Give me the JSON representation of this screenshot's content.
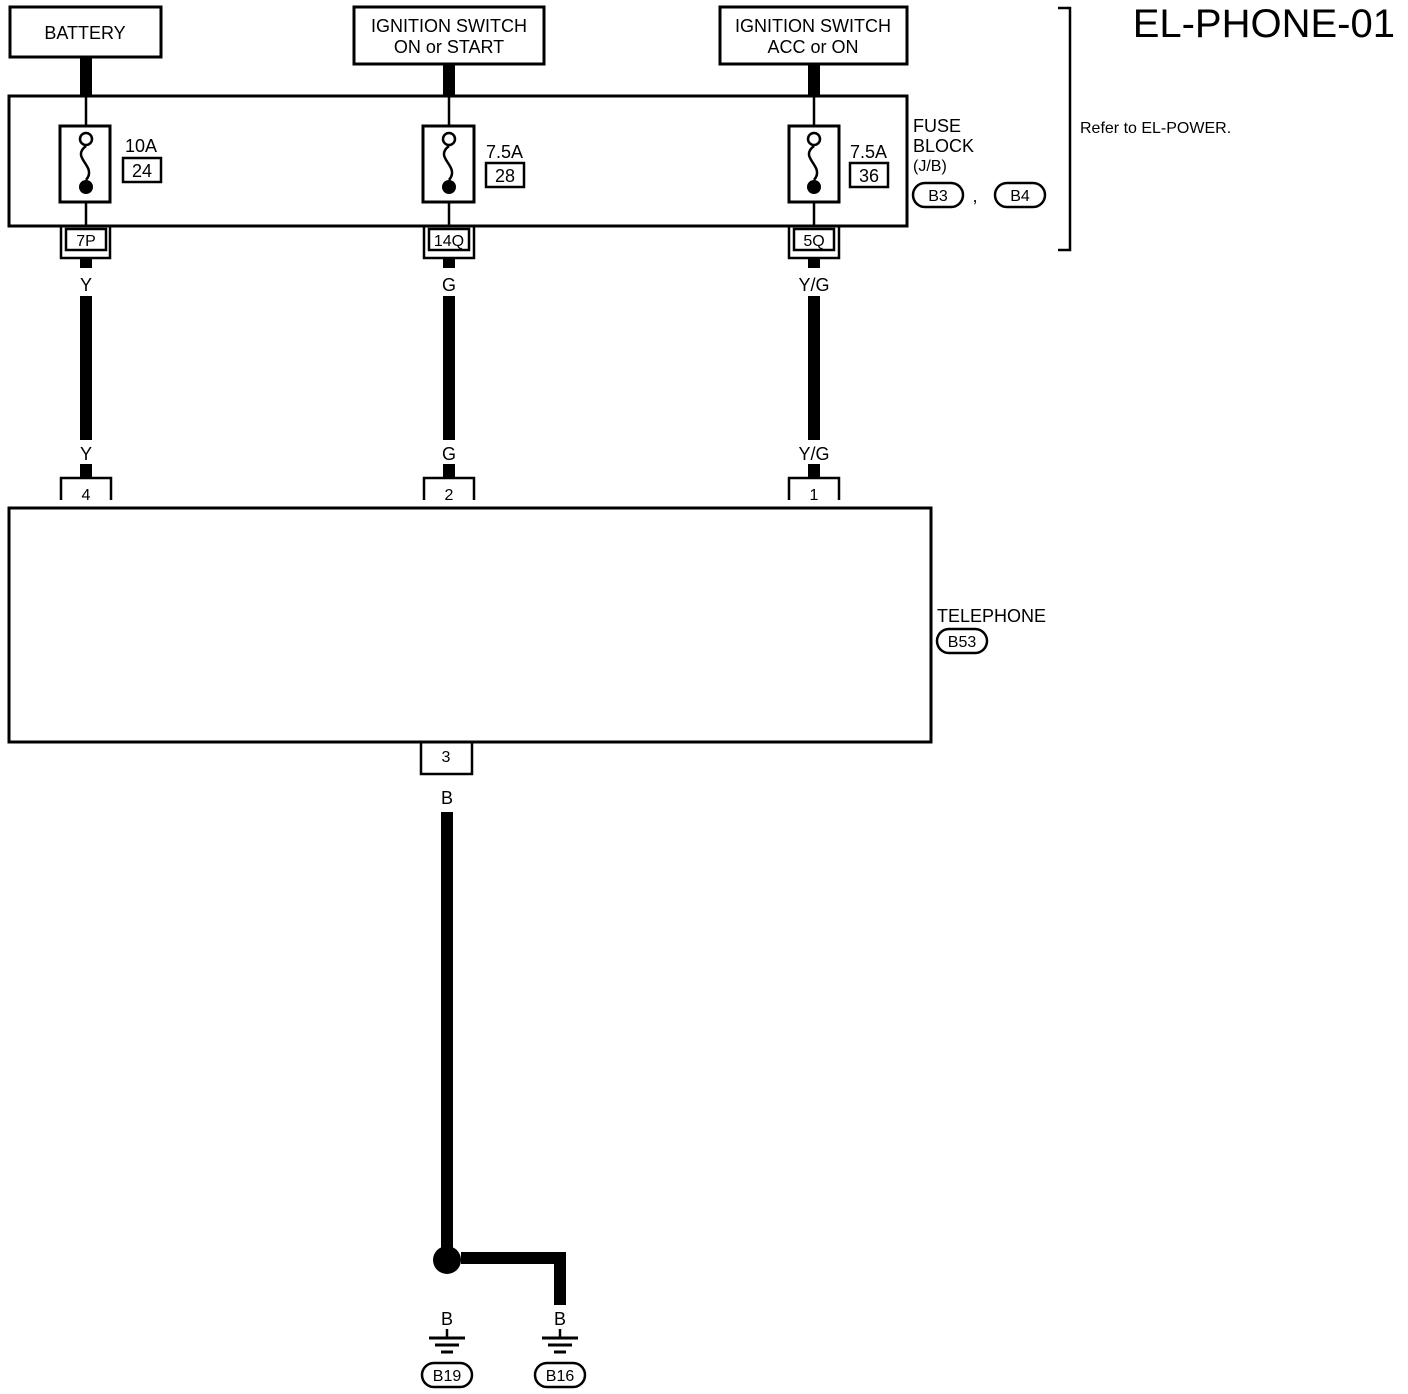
{
  "title": "EL-PHONE-01",
  "sources": [
    {
      "label_lines": [
        "BATTERY"
      ]
    },
    {
      "label_lines": [
        "IGNITION SWITCH",
        "ON or START"
      ]
    },
    {
      "label_lines": [
        "IGNITION SWITCH",
        "ACC or ON"
      ]
    }
  ],
  "fuses": [
    {
      "amps": "10A",
      "number": "24"
    },
    {
      "amps": "7.5A",
      "number": "28"
    },
    {
      "amps": "7.5A",
      "number": "36"
    }
  ],
  "fuse_block": {
    "label_lines": [
      "FUSE",
      "BLOCK",
      "(J/B)"
    ],
    "connectors": [
      "B3",
      "B4"
    ],
    "separator": ","
  },
  "reference": "Refer to EL-POWER.",
  "fuse_block_terminals": [
    "7P",
    "14Q",
    "5Q"
  ],
  "wires_top": [
    "Y",
    "G",
    "Y/G"
  ],
  "wires_bottom": [
    "Y",
    "G",
    "Y/G"
  ],
  "telephone": {
    "label": "TELEPHONE",
    "connector": "B53",
    "input_pins": [
      "4",
      "2",
      "1"
    ],
    "ground_pin": "3"
  },
  "ground_wire": "B",
  "grounds": [
    {
      "wire": "B",
      "connector": "B19"
    },
    {
      "wire": "B",
      "connector": "B16"
    }
  ]
}
